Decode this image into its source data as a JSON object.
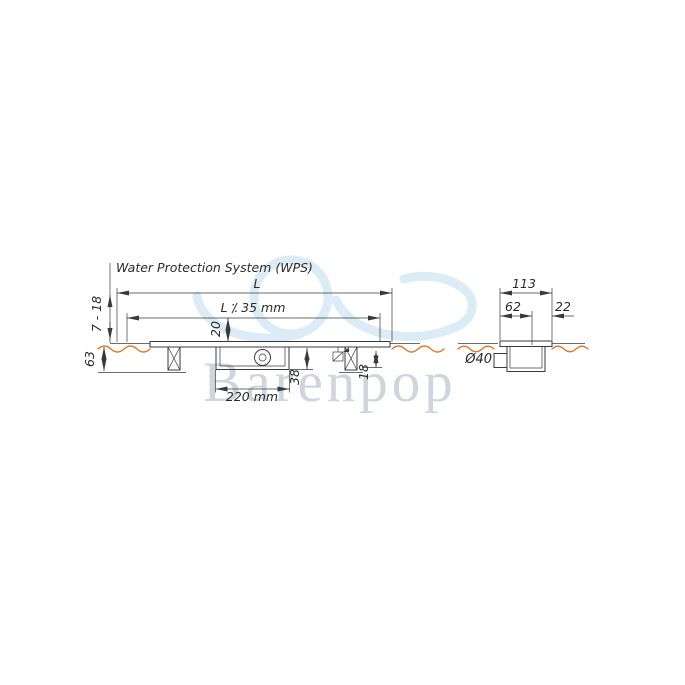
{
  "title": "Water Protection System (WPS)",
  "watermark": {
    "text": "Barenpop"
  },
  "side_view": {
    "dim_length": "L",
    "dim_length_minus": "L ⁒ 35 mm",
    "dim_tile_range": "7 - 18",
    "dim_top_depth": "20",
    "dim_total_depth": "63",
    "dim_gutter_width": "220 mm",
    "dim_gutter_depth": "38",
    "dim_foot_height": "18"
  },
  "end_view": {
    "dim_overall_width": "113",
    "dim_body_width": "62",
    "dim_overhang": "22",
    "dim_outlet": "Ø40"
  },
  "colors": {
    "line": "#3a3a3a",
    "break_line": "#dd7a2e",
    "watermark_text": "#c6cfd6",
    "watermark_shape": "#dcecf6"
  }
}
